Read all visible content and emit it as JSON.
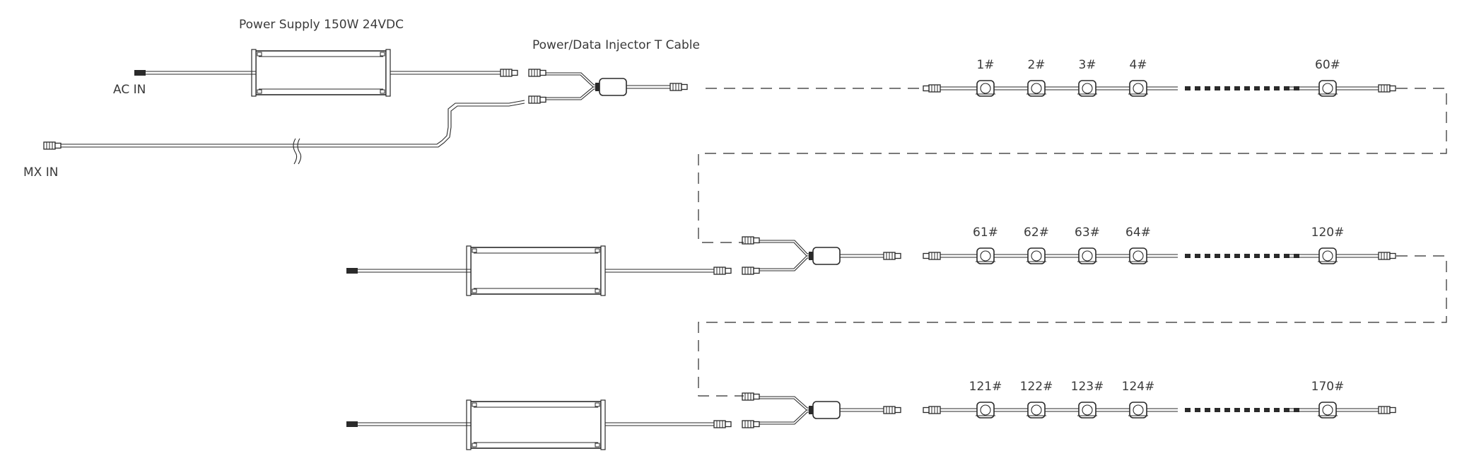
{
  "labels": {
    "power_supply": "Power Supply 150W 24VDC",
    "injector": "Power/Data Injector T Cable",
    "ac_in": "AC IN",
    "mx_in": "MX IN"
  },
  "rows": [
    {
      "nodes": [
        "1#",
        "2#",
        "3#",
        "4#"
      ],
      "last": "60#"
    },
    {
      "nodes": [
        "61#",
        "62#",
        "63#",
        "64#"
      ],
      "last": "120#"
    },
    {
      "nodes": [
        "121#",
        "122#",
        "123#",
        "124#"
      ],
      "last": "170#"
    }
  ],
  "colors": {
    "line": "#2a2a2a",
    "text": "#3a3a3a",
    "background": "#ffffff"
  }
}
